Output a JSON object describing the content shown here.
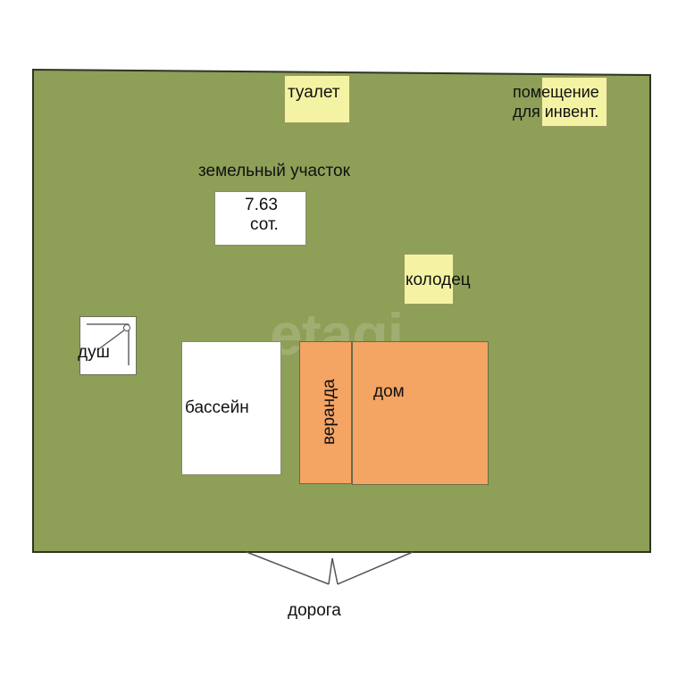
{
  "labels": {
    "land": "земельный участок",
    "area_value": "7.63",
    "area_unit": "сот.",
    "toilet": "туалет",
    "storage_line1": "помещение",
    "storage_line2": "для инвент.",
    "well": "колодец",
    "shower": "душ",
    "pool": "бассейн",
    "veranda": "веранда",
    "house": "дом",
    "road": "дорога",
    "watermark": "etagi"
  },
  "colors": {
    "plot": "#8e9f58",
    "yellow": "#f3f3a3",
    "orange": "#f4a463",
    "white": "#ffffff"
  }
}
